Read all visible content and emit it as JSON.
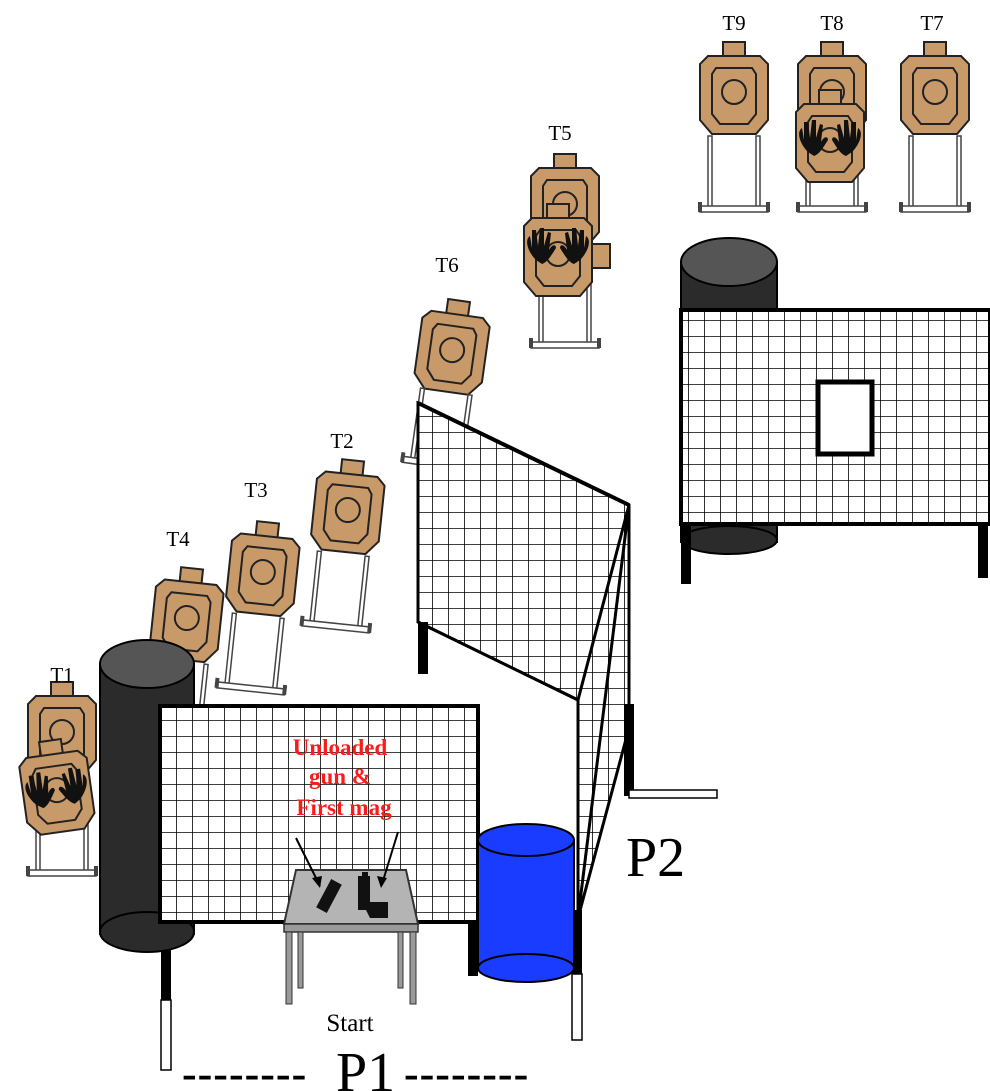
{
  "targets": {
    "T1": "T1",
    "T2": "T2",
    "T3": "T3",
    "T4": "T4",
    "T5": "T5",
    "T6": "T6",
    "T7": "T7",
    "T8": "T8",
    "T9": "T9"
  },
  "positions": {
    "P1": "P1",
    "P2": "P2"
  },
  "start_label": "Start",
  "dashes": "--------",
  "table_note": {
    "line1": "Unloaded",
    "line2": "gun &",
    "line3": "First mag"
  },
  "colors": {
    "target": "#c89a6a",
    "barrel_black": "#2b2b2b",
    "barrel_blue": "#1a3cff",
    "table": "#b4b4b4",
    "note_text": "#ff1a1a"
  },
  "icons": [
    "paper-target-icon",
    "no-shoot-hands-icon",
    "pistol-icon",
    "magazine-icon"
  ]
}
